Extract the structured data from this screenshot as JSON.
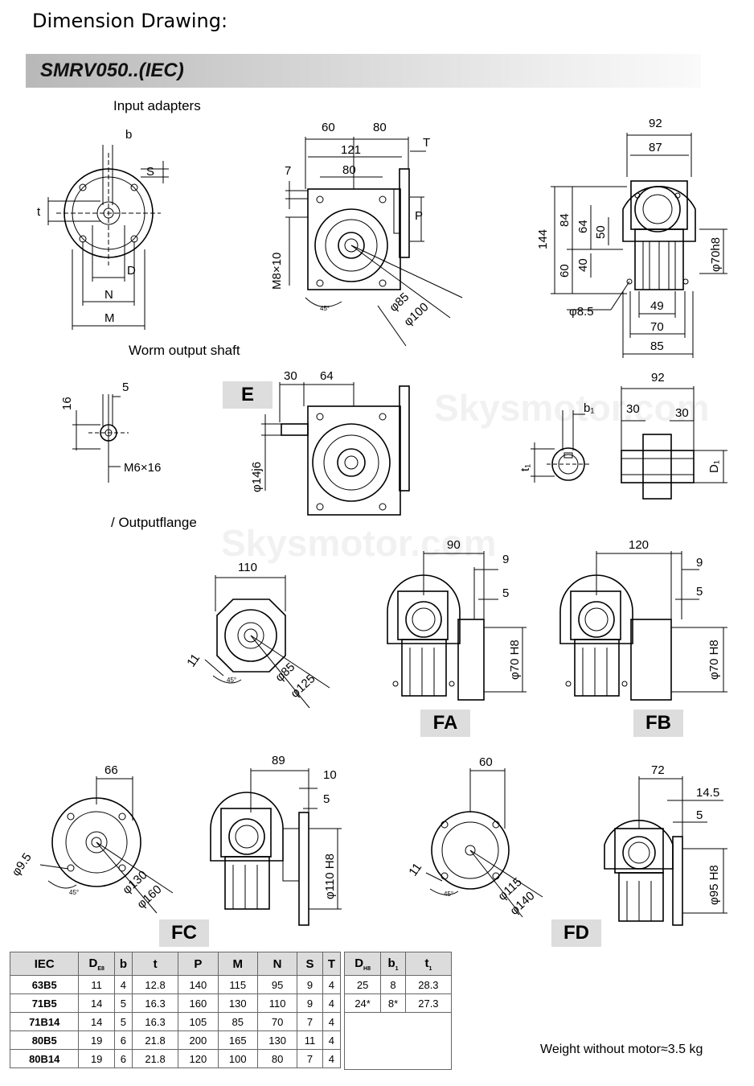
{
  "page_title": "Dimension Drawing:",
  "model": "SMRV050..(IEC)",
  "sections": {
    "input": "Input adapters",
    "worm": "Worm output shaft",
    "flange": "/ Outputflange"
  },
  "view_labels": {
    "e": "E",
    "fa": "FA",
    "fb": "FB",
    "fc": "FC",
    "fd": "FD"
  },
  "dims": {
    "adapter": {
      "b": "b",
      "s": "S",
      "t": "t",
      "d": "D",
      "n": "N",
      "m": "M"
    },
    "side": {
      "d60": "60",
      "d80": "80",
      "d121": "121",
      "d80b": "80",
      "t": "T",
      "p": "P",
      "d7": "7",
      "m8": "M8×10",
      "d45": "45°",
      "phi85": "φ85",
      "phi100": "φ100"
    },
    "front": {
      "d92": "92",
      "d87": "87",
      "d144": "144",
      "d84": "84",
      "d64": "64",
      "d50": "50",
      "d60": "60",
      "d40": "40",
      "phi70": "φ70h8",
      "phi85": "φ8.5",
      "d49": "49",
      "d70": "70",
      "d85": "85"
    },
    "worm": {
      "d16": "16",
      "d5": "5",
      "m6": "M6×16"
    },
    "e": {
      "d30": "30",
      "d64": "64",
      "phi14": "φ14j6"
    },
    "hollow": {
      "d92": "92",
      "b1": "b₁",
      "d30a": "30",
      "d30b": "30",
      "t1": "t₁",
      "d1": "D₁"
    },
    "flange": {
      "d110": "110",
      "d11": "11",
      "d45": "45°",
      "phi85": "φ85",
      "phi125": "φ125"
    },
    "fa": {
      "d90": "90",
      "d9": "9",
      "d5": "5",
      "phi70": "φ70 H8"
    },
    "fb": {
      "d120": "120",
      "d9": "9",
      "d5": "5",
      "phi70": "φ70 H8"
    },
    "fc1": {
      "d66": "66",
      "phi95": "φ9.5",
      "d45": "45°",
      "phi130": "φ130",
      "phi160": "φ160"
    },
    "fc2": {
      "d89": "89",
      "d10": "10",
      "d5": "5",
      "phi110": "φ110 H8"
    },
    "fd1": {
      "d60": "60",
      "d11": "11",
      "d45": "45°",
      "phi115": "φ115",
      "phi140": "φ140"
    },
    "fd2": {
      "d72": "72",
      "d145": "14.5",
      "d5": "5",
      "phi95": "φ95 H8"
    }
  },
  "table1": {
    "headers": [
      "IEC",
      "D",
      "b",
      "t",
      "P",
      "M",
      "N",
      "S",
      "T"
    ],
    "d_sub": "E8",
    "rows": [
      [
        "63B5",
        "11",
        "4",
        "12.8",
        "140",
        "115",
        "95",
        "9",
        "4"
      ],
      [
        "71B5",
        "14",
        "5",
        "16.3",
        "160",
        "130",
        "110",
        "9",
        "4"
      ],
      [
        "71B14",
        "14",
        "5",
        "16.3",
        "105",
        "85",
        "70",
        "7",
        "4"
      ],
      [
        "80B5",
        "19",
        "6",
        "21.8",
        "200",
        "165",
        "130",
        "11",
        "4"
      ],
      [
        "80B14",
        "19",
        "6",
        "21.8",
        "120",
        "100",
        "80",
        "7",
        "4"
      ]
    ]
  },
  "table2": {
    "headers": [
      "D",
      "b",
      "t"
    ],
    "subs": [
      "H8",
      "1",
      "1"
    ],
    "rows": [
      [
        "25",
        "8",
        "28.3"
      ],
      [
        "24*",
        "8*",
        "27.3"
      ]
    ]
  },
  "weight": "Weight without motor≈3.5 kg",
  "watermark": "Skysmotor.com"
}
